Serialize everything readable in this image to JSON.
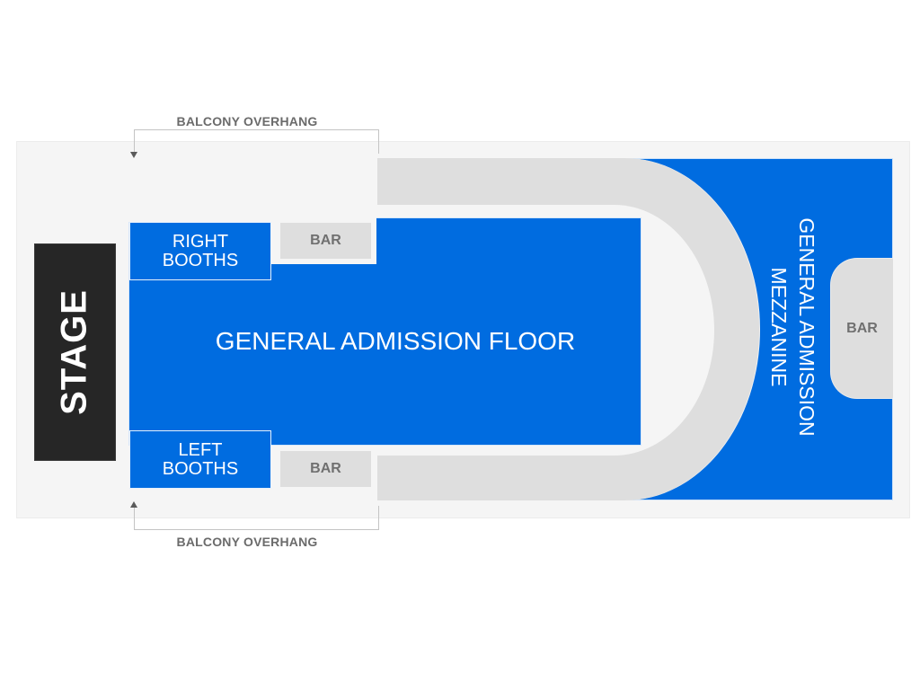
{
  "colors": {
    "section_blue": "#006ce0",
    "walkway_gray": "#dedede",
    "venue_background": "#f5f5f5",
    "stage": "#262626",
    "bar_text": "#707070",
    "annotation_text": "#6b6b6b"
  },
  "annotations": {
    "top_overhang": "BALCONY OVERHANG",
    "bottom_overhang": "BALCONY OVERHANG"
  },
  "stage": {
    "label": "STAGE"
  },
  "sections": {
    "floor": {
      "label": "GENERAL ADMISSION FLOOR"
    },
    "right_booths": {
      "line1": "RIGHT",
      "line2": "BOOTHS"
    },
    "left_booths": {
      "line1": "LEFT",
      "line2": "BOOTHS"
    },
    "mezzanine": {
      "line1": "GENERAL ADMISSION",
      "line2": "MEZZANINE"
    }
  },
  "bars": {
    "top": "BAR",
    "bottom": "BAR",
    "mezzanine": "BAR"
  }
}
